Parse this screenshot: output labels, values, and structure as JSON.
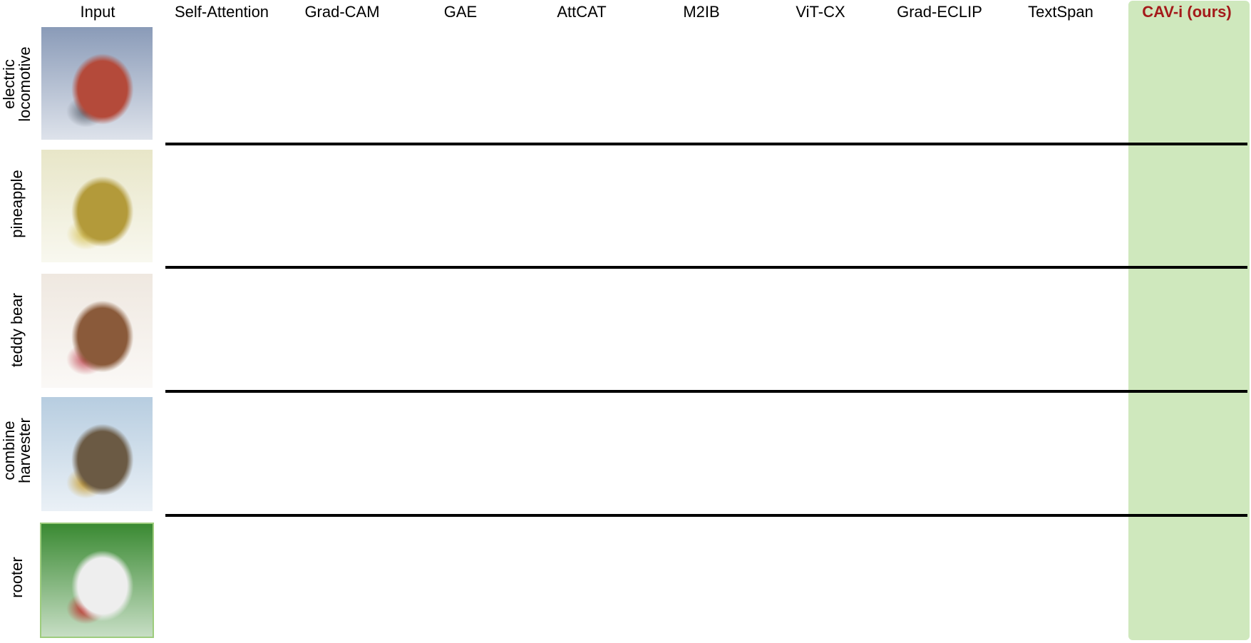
{
  "columns": [
    "Input",
    "Self-Attention",
    "Grad-CAM",
    "GAE",
    "AttCAT",
    "M2IB",
    "ViT-CX",
    "Grad-ECLIP",
    "TextSpan",
    "CAV-i (ours)"
  ],
  "rows": [
    {
      "label": "electric\nlocomotive"
    },
    {
      "label": "pineapple"
    },
    {
      "label": "teddy bear"
    },
    {
      "label": "combine\nharvester"
    },
    {
      "label": "rooter"
    }
  ],
  "colors": {
    "ours_text": "#a41a1a",
    "ours_panel": "#cfe8bd",
    "heat_red": "#e2443a",
    "heat_blue": "#2c39d6"
  }
}
